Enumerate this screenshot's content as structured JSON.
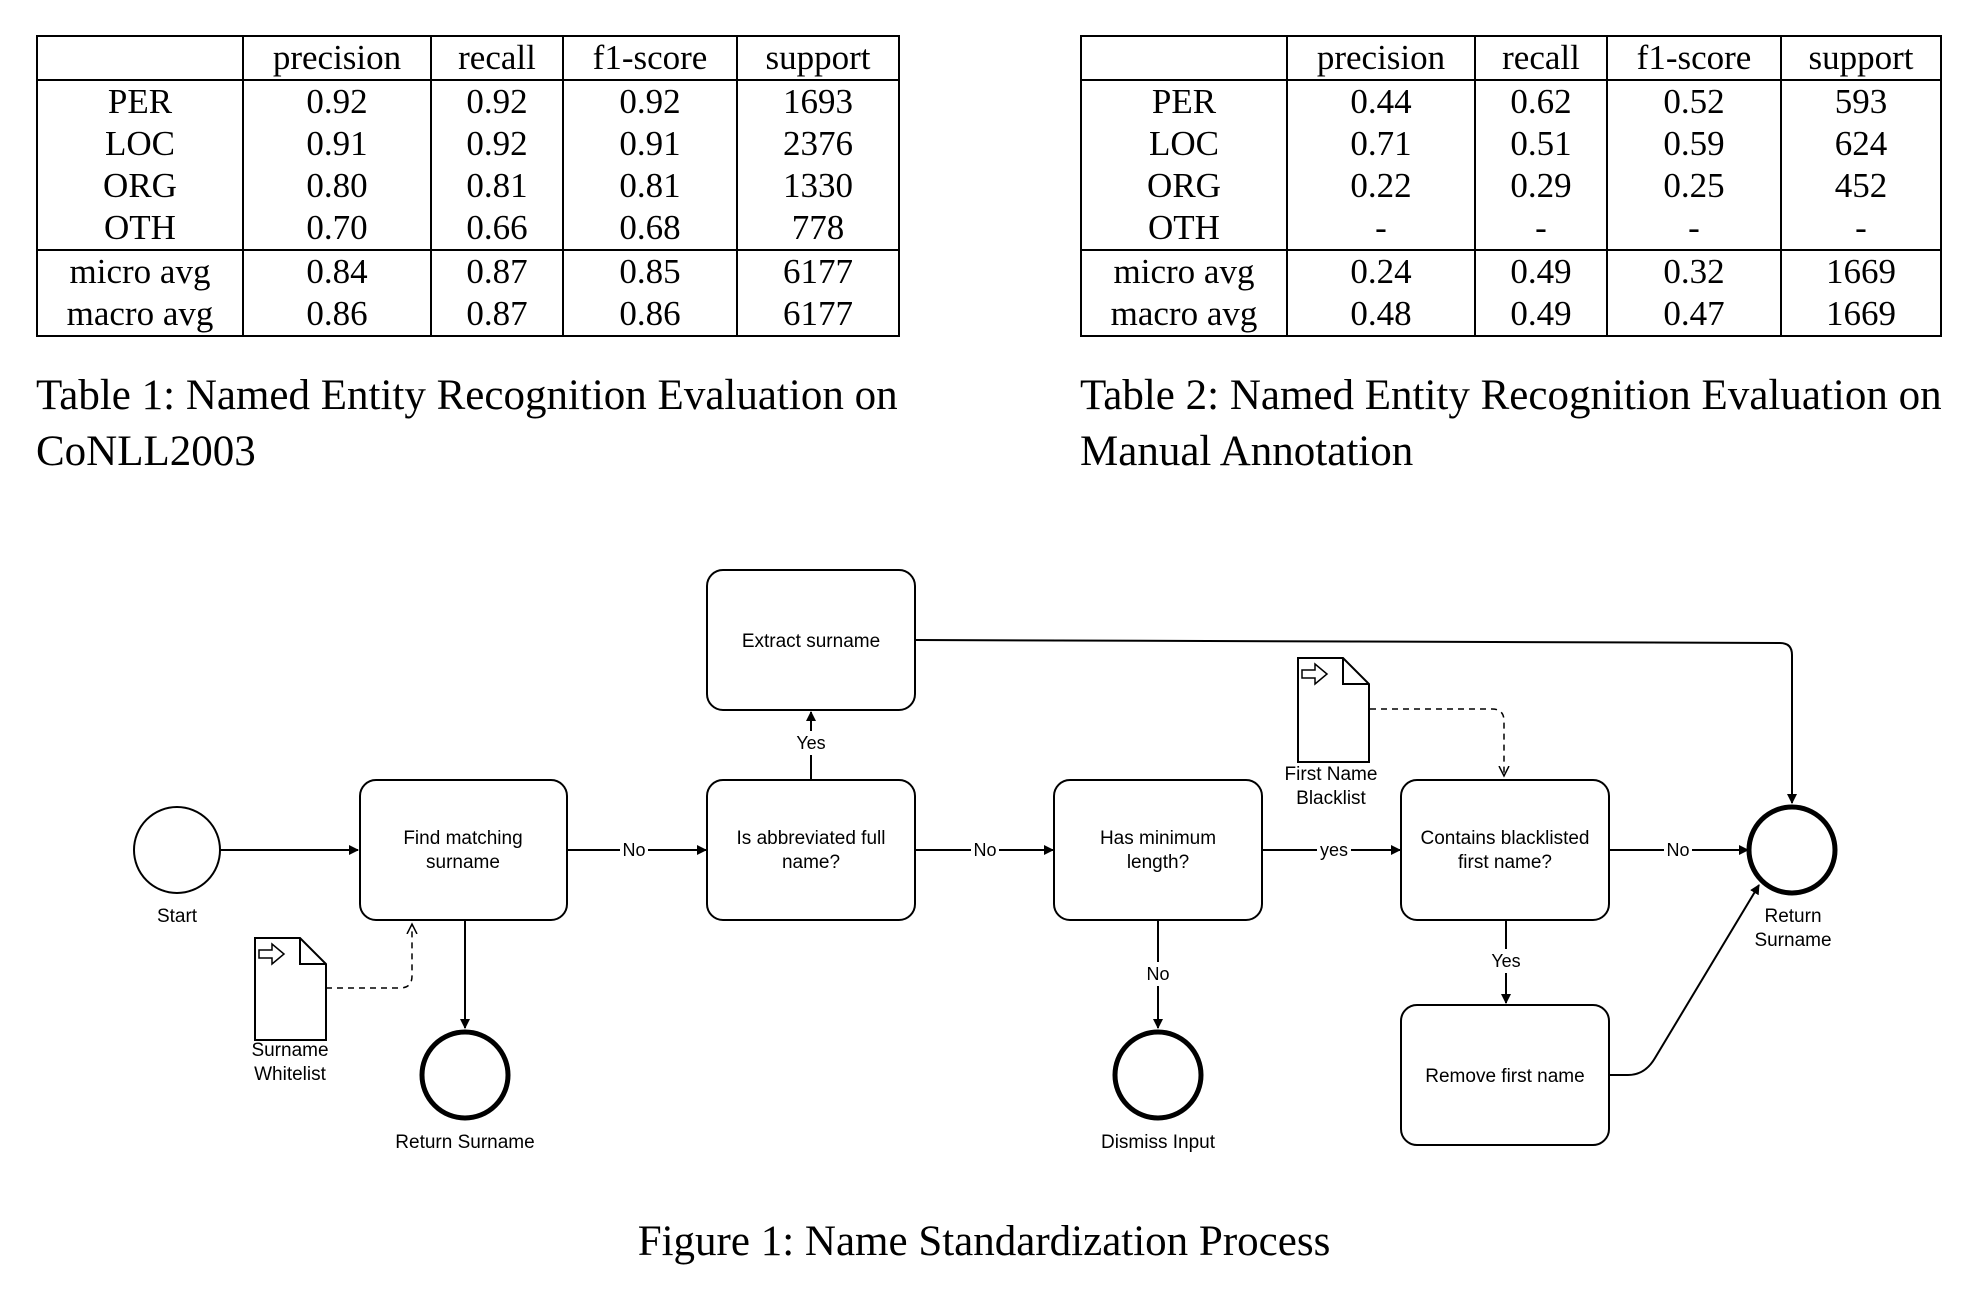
{
  "table1": {
    "headers": [
      "",
      "precision",
      "recall",
      "f1-score",
      "support"
    ],
    "rows": [
      [
        "PER",
        "0.92",
        "0.92",
        "0.92",
        "1693"
      ],
      [
        "LOC",
        "0.91",
        "0.92",
        "0.91",
        "2376"
      ],
      [
        "ORG",
        "0.80",
        "0.81",
        "0.81",
        "1330"
      ],
      [
        "OTH",
        "0.70",
        "0.66",
        "0.68",
        "778"
      ]
    ],
    "avg_rows": [
      [
        "micro avg",
        "0.84",
        "0.87",
        "0.85",
        "6177"
      ],
      [
        "macro avg",
        "0.86",
        "0.87",
        "0.86",
        "6177"
      ]
    ],
    "caption": "Table 1: Named Entity Recognition Evaluation on CoNLL2003"
  },
  "table2": {
    "headers": [
      "",
      "precision",
      "recall",
      "f1-score",
      "support"
    ],
    "rows": [
      [
        "PER",
        "0.44",
        "0.62",
        "0.52",
        "593"
      ],
      [
        "LOC",
        "0.71",
        "0.51",
        "0.59",
        "624"
      ],
      [
        "ORG",
        "0.22",
        "0.29",
        "0.25",
        "452"
      ],
      [
        "OTH",
        "-",
        "-",
        "-",
        "-"
      ]
    ],
    "avg_rows": [
      [
        "micro avg",
        "0.24",
        "0.49",
        "0.32",
        "1669"
      ],
      [
        "macro avg",
        "0.48",
        "0.49",
        "0.47",
        "1669"
      ]
    ],
    "caption": "Table 2: Named Entity Recognition Evaluation on Manual Annotation"
  },
  "figure": {
    "caption": "Figure 1: Name Standardization Process",
    "nodes": {
      "start": "Start",
      "find_matching": [
        "Find matching",
        "surname"
      ],
      "is_abbreviated": [
        "Is abbreviated full",
        "name?"
      ],
      "extract_surname": "Extract surname",
      "has_min_length": [
        "Has minimum",
        "length?"
      ],
      "contains_blacklisted": [
        "Contains blacklisted",
        "first name?"
      ],
      "remove_first_name": "Remove first name",
      "return_surname_left": "Return Surname",
      "dismiss_input": "Dismiss Input",
      "return_surname_right": [
        "Return",
        "Surname"
      ],
      "surname_whitelist": [
        "Surname",
        "Whitelist"
      ],
      "first_name_blacklist": [
        "First Name",
        "Blacklist"
      ]
    },
    "edges": {
      "find_to_abbrev": "No",
      "abbrev_to_extract": "Yes",
      "abbrev_to_minlen": "No",
      "minlen_to_dismiss": "No",
      "minlen_to_contains": "yes",
      "contains_to_return": "No",
      "contains_to_remove": "Yes"
    }
  }
}
